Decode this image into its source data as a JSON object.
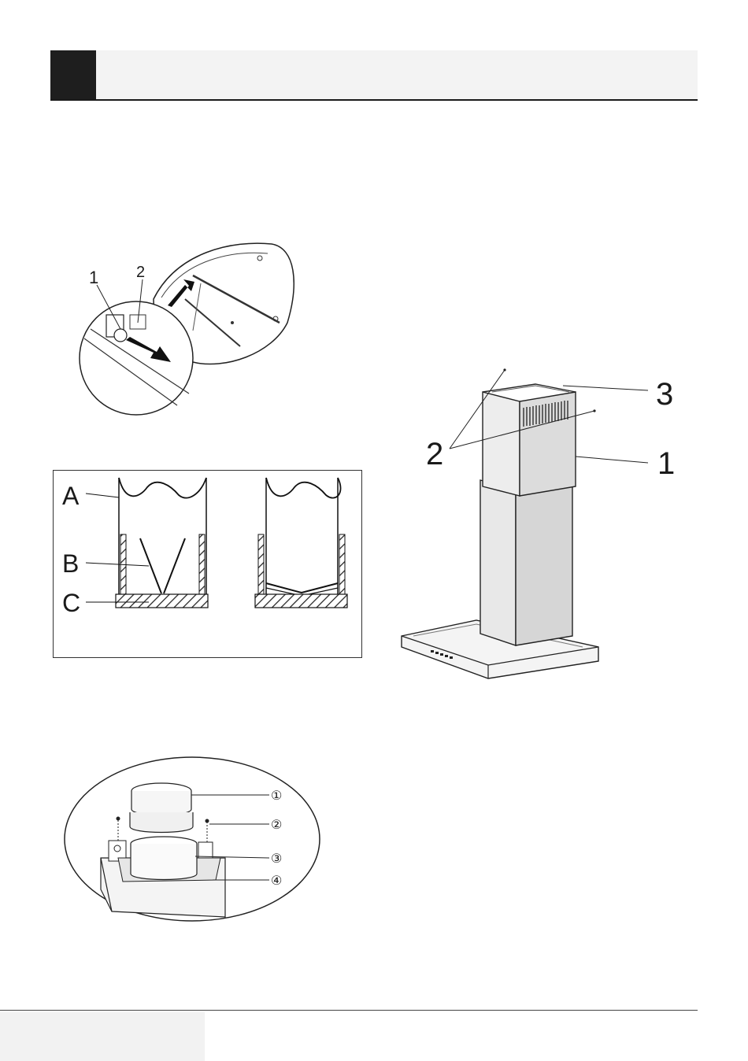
{
  "figure_bracket": {
    "labels": [
      "1",
      "2"
    ]
  },
  "figure_valve": {
    "labels": [
      "A",
      "B",
      "C"
    ]
  },
  "figure_hood": {
    "labels": [
      "2",
      "3",
      "1"
    ]
  },
  "figure_duct": {
    "labels": [
      "①",
      "②",
      "③",
      "④"
    ]
  }
}
